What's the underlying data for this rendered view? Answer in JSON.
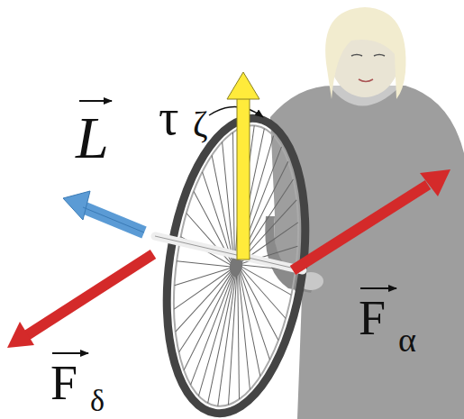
{
  "diagram": {
    "labels": [
      "L",
      "τ",
      "ζ",
      "F",
      "δ",
      "F",
      "α"
    ]
  }
}
